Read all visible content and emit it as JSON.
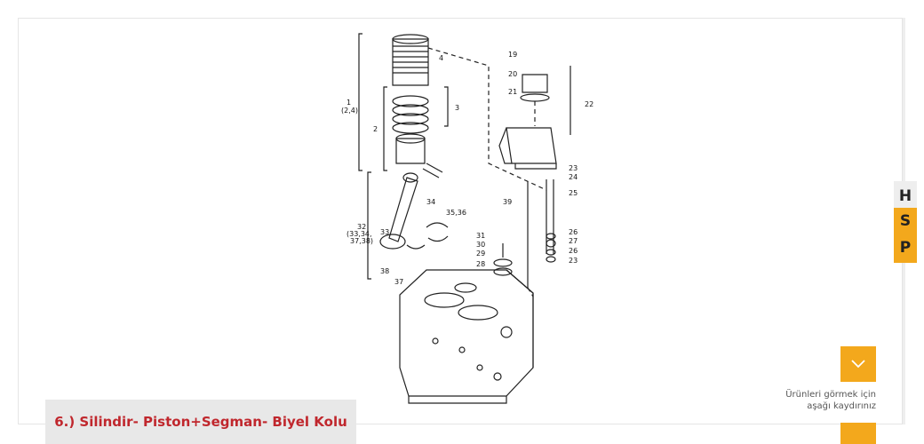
{
  "caption": {
    "title": "6.) Silindir- Piston+Segman- Biyel Kolu"
  },
  "scroll": {
    "hint_line1": "Ürünleri görmek için",
    "hint_line2": "aşağı kaydırınız",
    "icon": "chevron-down-icon"
  },
  "badge": {
    "letters": [
      "H",
      "S",
      "P"
    ]
  },
  "diagram": {
    "part_labels": [
      "1",
      "(2,4)",
      "2",
      "3",
      "4",
      "19",
      "20",
      "21",
      "22",
      "23",
      "24",
      "25",
      "26",
      "27",
      "26",
      "23",
      "28",
      "29",
      "30",
      "31",
      "32",
      "(33,34,",
      "37,38)",
      "33",
      "34",
      "35,36",
      "37",
      "38",
      "39"
    ]
  },
  "colors": {
    "accent": "#f3a81c",
    "caption_text": "#c0272d",
    "caption_bg": "#e8e8e8"
  }
}
